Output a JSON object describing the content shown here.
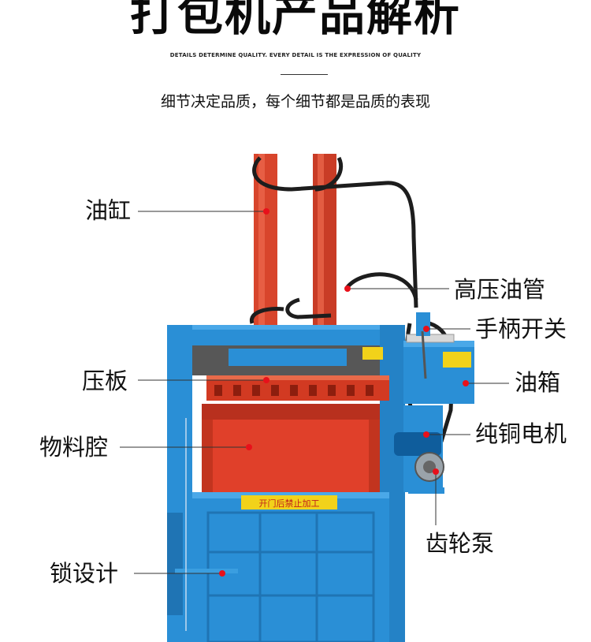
{
  "header": {
    "title": "打包机产品解析",
    "subtitle_en": "DETAILS DETERMINE QUALITY. EVERY DETAIL IS THE EXPRESSION OF QUALITY",
    "subtitle_cn": "细节决定品质，每个细节都是品质的表现"
  },
  "machine": {
    "warning_sign": "开门后禁止加工"
  },
  "labels": {
    "oil_cylinder": "油缸",
    "high_pressure_hose": "高压油管",
    "handle_switch": "手柄开关",
    "press_plate": "压板",
    "oil_tank": "油箱",
    "material_chamber": "物料腔",
    "copper_motor": "纯铜电机",
    "gear_pump": "齿轮泵",
    "lock_design": "锁设计"
  },
  "colors": {
    "machine_blue": "#2a8fd6",
    "cylinder_red": "#d8452c",
    "chamber_red": "#e0402a",
    "warning_yellow": "#f2d21a",
    "marker_red": "#e8101a"
  }
}
